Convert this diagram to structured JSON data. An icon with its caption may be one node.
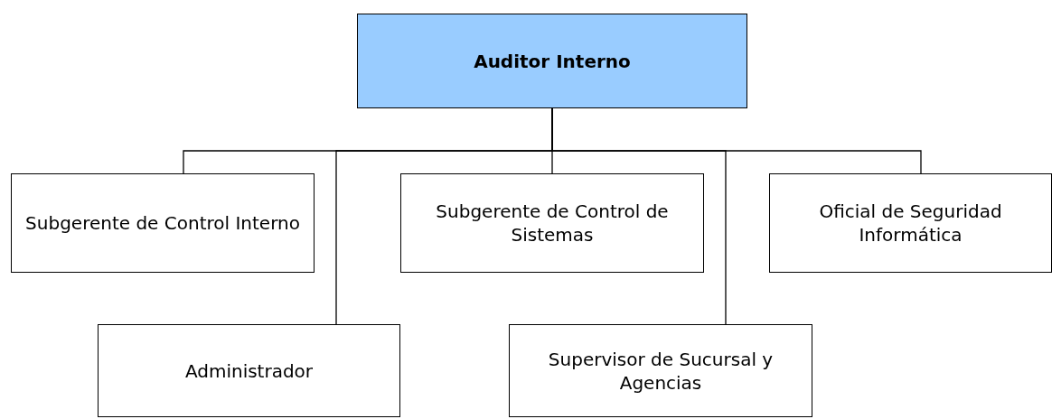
{
  "diagram": {
    "nodes": [
      {
        "text": [
          "Auditor Interno"
        ]
      },
      {
        "text": [
          "Subgerente de Control Interno"
        ]
      },
      {
        "text": [
          "Subgerente de Control de Sistemas"
        ]
      },
      {
        "text": [
          "Oficial de Seguridad Informática"
        ]
      },
      {
        "text": [
          "Administrador"
        ]
      },
      {
        "text": [
          "Supervisor de Sucursal y Agencias"
        ]
      }
    ],
    "edges": [
      {
        "from": 0,
        "to": 1,
        "arrow": "none"
      },
      {
        "from": 0,
        "to": 4,
        "arrow": "none"
      },
      {
        "from": 0,
        "to": 2,
        "arrow": "none"
      },
      {
        "from": 0,
        "to": 5,
        "arrow": "none"
      },
      {
        "from": 0,
        "to": 3,
        "arrow": "none"
      }
    ]
  }
}
